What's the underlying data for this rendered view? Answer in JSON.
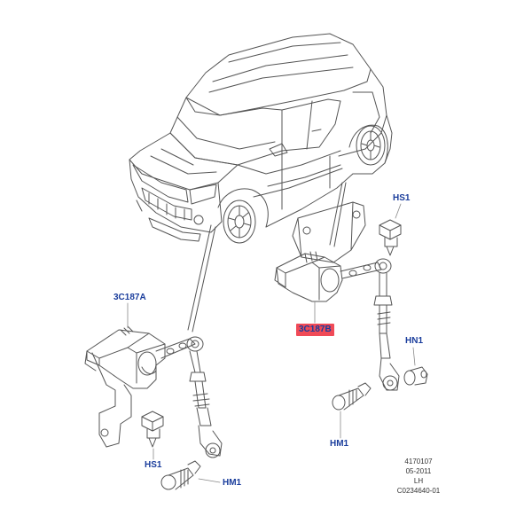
{
  "callouts": {
    "sensor_left": "3C187A",
    "sensor_right": "3C187B",
    "screw_right": "HS1",
    "screw_left": "HS1",
    "nut_right": "HN1",
    "bolt_right": "HM1",
    "bolt_left": "HM1"
  },
  "info_block": {
    "line1": "4170107",
    "line2": "05-2011",
    "line3": "LH",
    "line4": "C0234640-01"
  },
  "colors": {
    "line_art": "#555555",
    "callout_text": "#1a3d9c",
    "highlight": "#f04a57"
  }
}
